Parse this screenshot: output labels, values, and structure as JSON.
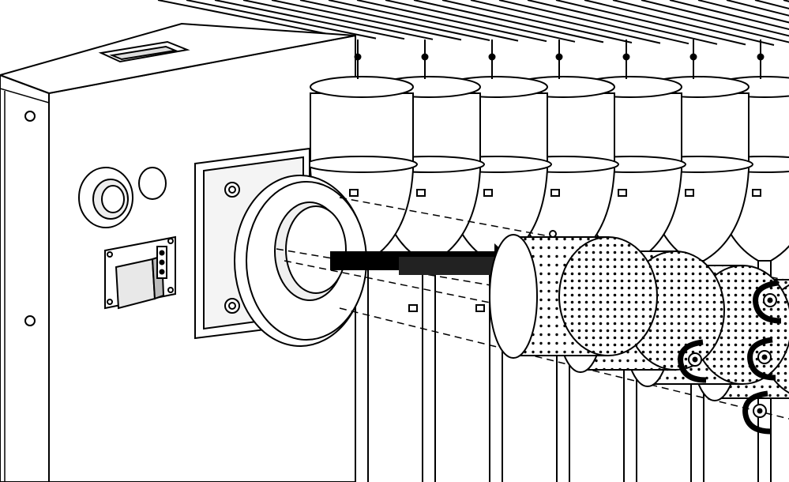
{
  "diagram": {
    "kind": "technical-line-drawing",
    "colors": {
      "line": "#000000",
      "fill": "#ffffff",
      "arrow": "#000000"
    },
    "components": [
      {
        "name": "boiler-casing"
      },
      {
        "name": "top-handle-slot"
      },
      {
        "name": "round-indicator"
      },
      {
        "name": "round-port"
      },
      {
        "name": "electrical-junction-box"
      },
      {
        "name": "burner-mounting-flange"
      },
      {
        "name": "tube-row",
        "count": 7
      },
      {
        "name": "perforated-burner-cartridge",
        "count": 4
      },
      {
        "name": "retaining-clip",
        "count": 4
      },
      {
        "name": "insertion-arrow"
      }
    ]
  }
}
